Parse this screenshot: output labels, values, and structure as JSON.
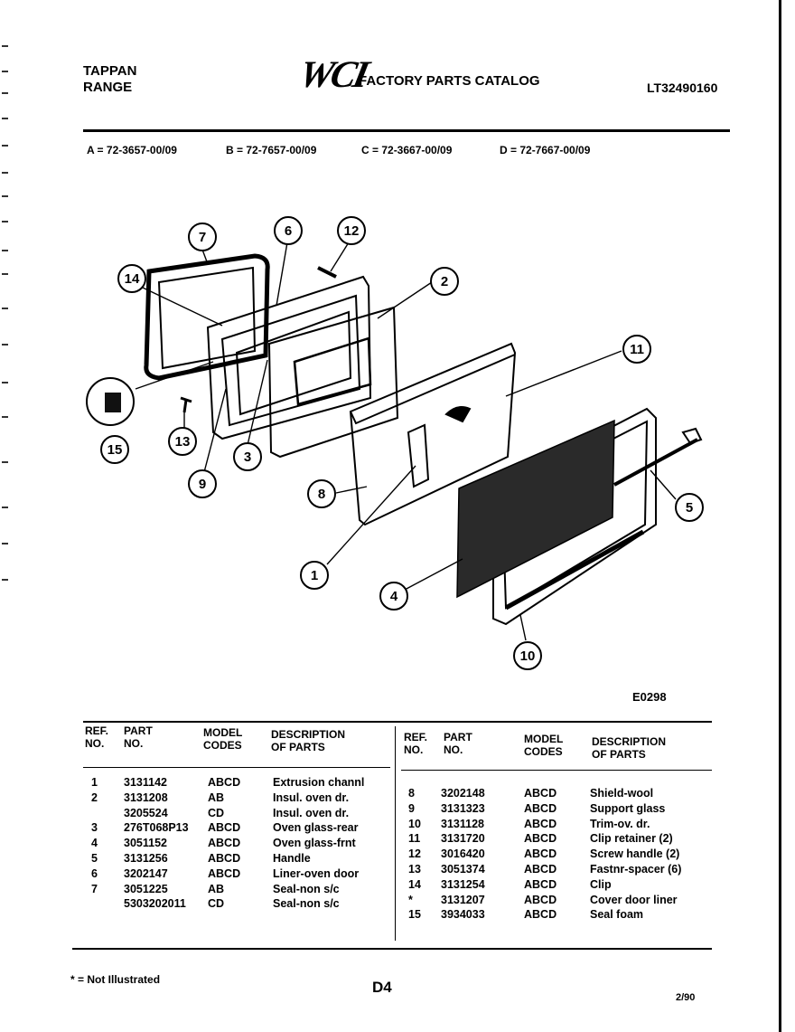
{
  "header": {
    "brand_line1": "TAPPAN",
    "brand_line2": "RANGE",
    "logo": "WCI",
    "catalog_title": "FACTORY PARTS CATALOG",
    "model_number": "LT32490160"
  },
  "variants": [
    "A = 72-3657-00/09",
    "B = 72-7657-00/09",
    "C = 72-3667-00/09",
    "D = 72-7667-00/09"
  ],
  "diagram": {
    "callouts": [
      "1",
      "2",
      "3",
      "4",
      "5",
      "6",
      "7",
      "8",
      "9",
      "10",
      "11",
      "12",
      "13",
      "14",
      "15"
    ],
    "figure_ref": "E0298"
  },
  "table": {
    "headers": {
      "ref_no": [
        "REF.",
        "NO."
      ],
      "part_no": [
        "PART",
        "NO."
      ],
      "model_codes": [
        "MODEL",
        "CODES"
      ],
      "description": [
        "DESCRIPTION",
        "OF PARTS"
      ]
    },
    "left_rows": [
      {
        "ref": "1",
        "part": "3131142",
        "codes": "ABCD",
        "desc": "Extrusion channl"
      },
      {
        "ref": "2",
        "part": "3131208",
        "codes": "AB",
        "desc": "Insul. oven dr."
      },
      {
        "ref": "",
        "part": "3205524",
        "codes": "CD",
        "desc": "Insul. oven dr."
      },
      {
        "ref": "3",
        "part": "276T068P13",
        "codes": "ABCD",
        "desc": "Oven glass-rear"
      },
      {
        "ref": "4",
        "part": "3051152",
        "codes": "ABCD",
        "desc": "Oven glass-frnt"
      },
      {
        "ref": "5",
        "part": "3131256",
        "codes": "ABCD",
        "desc": "Handle"
      },
      {
        "ref": "6",
        "part": "3202147",
        "codes": "ABCD",
        "desc": "Liner-oven door"
      },
      {
        "ref": "7",
        "part": "3051225",
        "codes": "AB",
        "desc": "Seal-non s/c"
      },
      {
        "ref": "",
        "part": "5303202011",
        "codes": "CD",
        "desc": "Seal-non s/c"
      }
    ],
    "right_rows": [
      {
        "ref": "8",
        "part": "3202148",
        "codes": "ABCD",
        "desc": "Shield-wool"
      },
      {
        "ref": "9",
        "part": "3131323",
        "codes": "ABCD",
        "desc": "Support glass"
      },
      {
        "ref": "10",
        "part": "3131128",
        "codes": "ABCD",
        "desc": "Trim-ov. dr."
      },
      {
        "ref": "11",
        "part": "3131720",
        "codes": "ABCD",
        "desc": "Clip retainer (2)"
      },
      {
        "ref": "12",
        "part": "3016420",
        "codes": "ABCD",
        "desc": "Screw handle (2)"
      },
      {
        "ref": "13",
        "part": "3051374",
        "codes": "ABCD",
        "desc": "Fastnr-spacer (6)"
      },
      {
        "ref": "14",
        "part": "3131254",
        "codes": "ABCD",
        "desc": "Clip"
      },
      {
        "ref": "*",
        "part": "3131207",
        "codes": "ABCD",
        "desc": "Cover door liner"
      },
      {
        "ref": "15",
        "part": "3934033",
        "codes": "ABCD",
        "desc": "Seal foam"
      }
    ]
  },
  "footer": {
    "footnote": "* = Not Illustrated",
    "page": "D4",
    "date": "2/90"
  }
}
